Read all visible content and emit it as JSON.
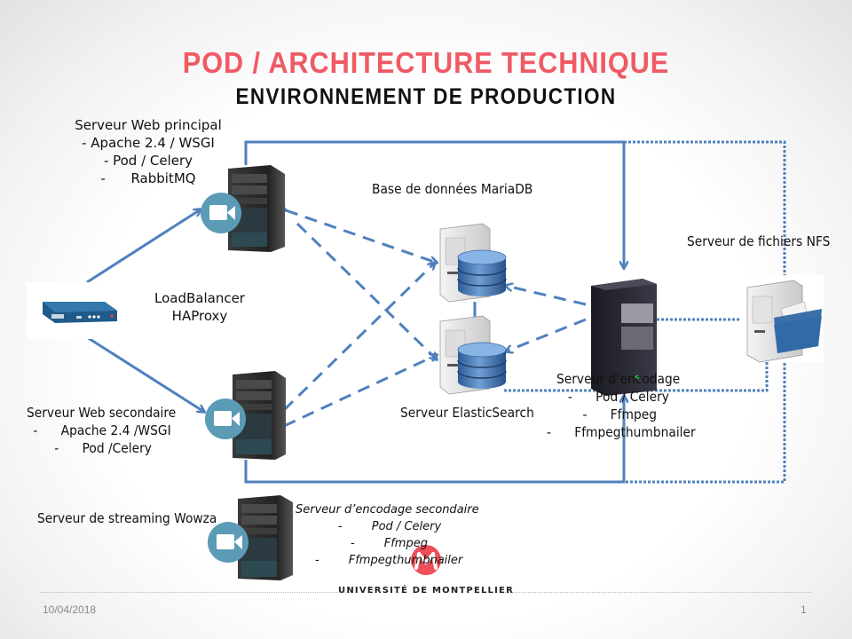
{
  "slide": {
    "title": "POD / ARCHITECTURE  TECHNIQUE",
    "subtitle": "ENVIRONNEMENT  DE PRODUCTION",
    "colors": {
      "title": "#f05a64",
      "connector": "#4f81bd",
      "camera": "#5b9bb5"
    }
  },
  "nodes": {
    "web_principal": {
      "title": "Serveur Web principal",
      "lines": [
        "- Apache 2.4 / WSGI",
        "- Pod / Celery",
        "-      RabbitMQ"
      ]
    },
    "loadbalancer": {
      "lines": [
        "LoadBalancer",
        "HAProxy"
      ]
    },
    "web_secondaire": {
      "title": "Serveur Web secondaire",
      "lines": [
        "-      Apache 2.4 /WSGI",
        "-      Pod /Celery"
      ]
    },
    "streaming": {
      "title": "Serveur de streaming Wowza"
    },
    "encodage_secondaire": {
      "title": "Serveur d’encodage secondaire",
      "lines": [
        "-        Pod / Celery",
        "-        Ffmpeg",
        "-        Ffmpegthumbnailer"
      ]
    },
    "mariadb": {
      "title": "Base de données MariaDB"
    },
    "elasticsearch": {
      "title": "Serveur ElasticSearch"
    },
    "encodage": {
      "title": "Serveur d’encodage",
      "lines": [
        "-      Pod / Celery",
        "-      Ffmpeg",
        "-      Ffmpegthumbnailer"
      ]
    },
    "nfs": {
      "title": "Serveur de fichiers NFS"
    }
  },
  "footer": {
    "university": "UNIVERSITÉ DE MONTPELLIER",
    "date": "10/04/2018",
    "page": "1"
  }
}
